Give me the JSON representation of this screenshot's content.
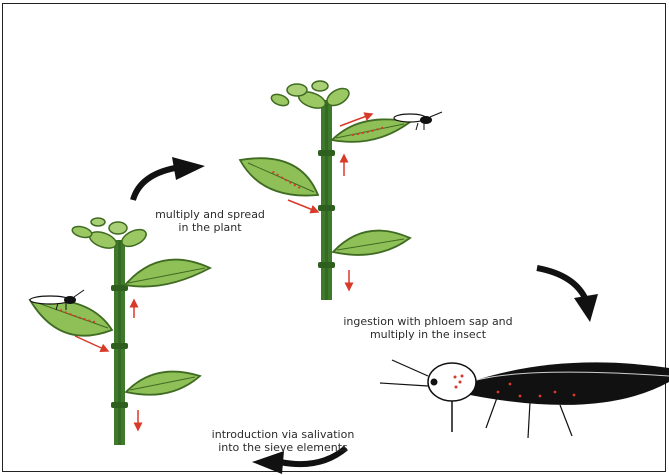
{
  "captions": {
    "multiply_spread": {
      "line1": "multiply and spread",
      "line2": "in the plant"
    },
    "ingestion": {
      "line1": "ingestion with phloem sap and",
      "line2": "multiply in the insect"
    },
    "introduction": {
      "line1": "introduction via salivation",
      "line2": "into the sieve elements"
    }
  },
  "colors": {
    "stem": "#3f7a2c",
    "stem_dark": "#2f5f1f",
    "leaf": "#8fbf57",
    "leaf_light": "#a9cf77",
    "leaf_edge": "#3f6b22",
    "pathogen_arrow": "#d83a2a",
    "cycle_arrow": "#111111",
    "insect_body": "#111111"
  },
  "icons": [
    "cycle-arrow-icon",
    "plant-icon",
    "insect-icon",
    "pathogen-arrow-icon"
  ]
}
